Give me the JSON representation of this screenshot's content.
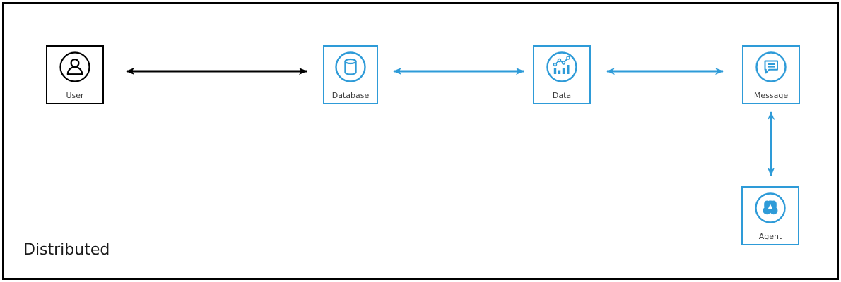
{
  "title": "Distributed",
  "colors": {
    "accent_blue": "#2e9bd8",
    "node_black": "#000000",
    "label_text": "#3c3c3c"
  },
  "nodes": [
    {
      "id": "user",
      "label": "User",
      "icon": "user-icon",
      "color": "black"
    },
    {
      "id": "database",
      "label": "Database",
      "icon": "database-icon",
      "color": "blue"
    },
    {
      "id": "data",
      "label": "Data",
      "icon": "chart-icon",
      "color": "blue"
    },
    {
      "id": "message",
      "label": "Message",
      "icon": "message-icon",
      "color": "blue"
    },
    {
      "id": "agent",
      "label": "Agent",
      "icon": "binoculars-icon",
      "color": "blue"
    }
  ],
  "connections": [
    {
      "from": "User",
      "to": "Database",
      "style": "double-arrow",
      "color": "black",
      "orientation": "horizontal"
    },
    {
      "from": "Database",
      "to": "Data",
      "style": "double-arrow",
      "color": "blue",
      "orientation": "horizontal"
    },
    {
      "from": "Data",
      "to": "Message",
      "style": "double-arrow",
      "color": "blue",
      "orientation": "horizontal"
    },
    {
      "from": "Message",
      "to": "Agent",
      "style": "double-arrow",
      "color": "blue",
      "orientation": "vertical"
    }
  ]
}
